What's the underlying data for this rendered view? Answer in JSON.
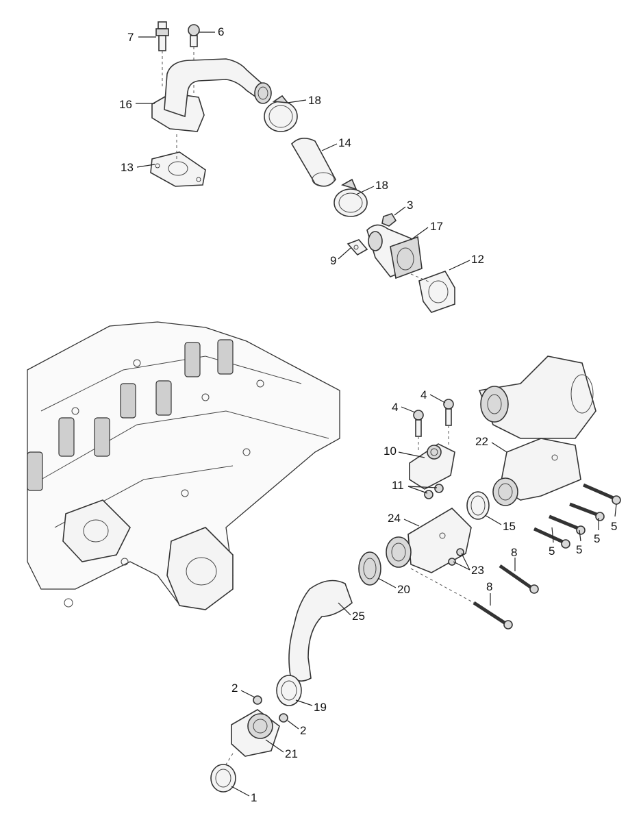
{
  "callouts": [
    {
      "id": "c7",
      "label": "7"
    },
    {
      "id": "c6",
      "label": "6"
    },
    {
      "id": "c16",
      "label": "16"
    },
    {
      "id": "c18a",
      "label": "18"
    },
    {
      "id": "c14",
      "label": "14"
    },
    {
      "id": "c13",
      "label": "13"
    },
    {
      "id": "c18b",
      "label": "18"
    },
    {
      "id": "c3",
      "label": "3"
    },
    {
      "id": "c17",
      "label": "17"
    },
    {
      "id": "c9",
      "label": "9"
    },
    {
      "id": "c12",
      "label": "12"
    },
    {
      "id": "c4a",
      "label": "4"
    },
    {
      "id": "c4b",
      "label": "4"
    },
    {
      "id": "c10",
      "label": "10"
    },
    {
      "id": "c22",
      "label": "22"
    },
    {
      "id": "c11",
      "label": "11"
    },
    {
      "id": "c15",
      "label": "15"
    },
    {
      "id": "c24",
      "label": "24"
    },
    {
      "id": "c5a",
      "label": "5"
    },
    {
      "id": "c5b",
      "label": "5"
    },
    {
      "id": "c5c",
      "label": "5"
    },
    {
      "id": "c5d",
      "label": "5"
    },
    {
      "id": "c8a",
      "label": "8"
    },
    {
      "id": "c23",
      "label": "23"
    },
    {
      "id": "c20",
      "label": "20"
    },
    {
      "id": "c8b",
      "label": "8"
    },
    {
      "id": "c25",
      "label": "25"
    },
    {
      "id": "c2a",
      "label": "2"
    },
    {
      "id": "c19",
      "label": "19"
    },
    {
      "id": "c2b",
      "label": "2"
    },
    {
      "id": "c21",
      "label": "21"
    },
    {
      "id": "c1",
      "label": "1"
    }
  ]
}
